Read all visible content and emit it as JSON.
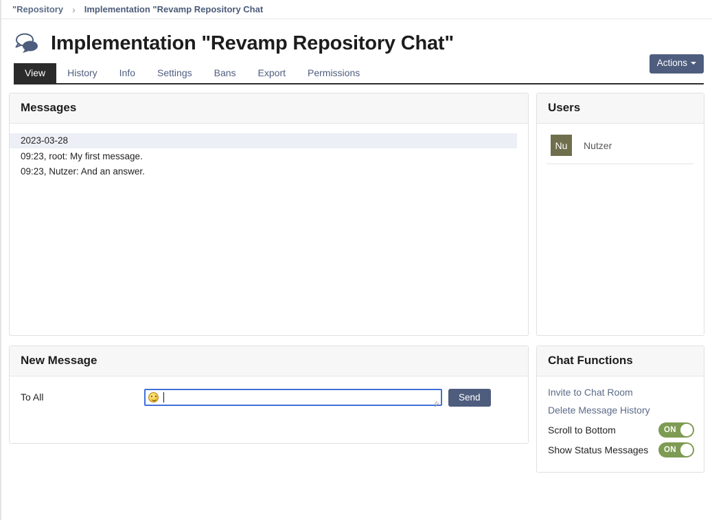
{
  "breadcrumb": {
    "parent": "\"Repository",
    "separator": "›",
    "current": "Implementation \"Revamp Repository Chat"
  },
  "header": {
    "icon": "chat-bubbles-icon",
    "title": "Implementation \"Revamp Repository Chat\"",
    "actions_label": "Actions"
  },
  "tabs": [
    {
      "label": "View",
      "active": true
    },
    {
      "label": "History",
      "active": false
    },
    {
      "label": "Info",
      "active": false
    },
    {
      "label": "Settings",
      "active": false
    },
    {
      "label": "Bans",
      "active": false
    },
    {
      "label": "Export",
      "active": false
    },
    {
      "label": "Permissions",
      "active": false
    }
  ],
  "messages": {
    "title": "Messages",
    "date_separator": "2023-03-28",
    "lines": [
      "09:23, root: My first message.",
      "09:23, Nutzer: And an answer."
    ]
  },
  "users": {
    "title": "Users",
    "list": [
      {
        "initials": "Nu",
        "name": "Nutzer"
      }
    ]
  },
  "new_message": {
    "title": "New Message",
    "to_label": "To All",
    "input_value": "",
    "input_placeholder": "",
    "emoji_icon": "smiley-face-icon",
    "send_label": "Send"
  },
  "chat_functions": {
    "title": "Chat Functions",
    "links": [
      "Invite to Chat Room",
      "Delete Message History"
    ],
    "toggles": [
      {
        "label": "Scroll to Bottom",
        "state": "ON"
      },
      {
        "label": "Show Status Messages",
        "state": "ON"
      }
    ]
  },
  "colors": {
    "accent_button": "#4e5d7e",
    "active_tab": "#2b2b2b",
    "link": "#5a6a87",
    "toggle_on": "#7d9b52",
    "avatar": "#6f6f4d",
    "input_focus": "#3f6fd8",
    "date_highlight": "#eceff5"
  }
}
